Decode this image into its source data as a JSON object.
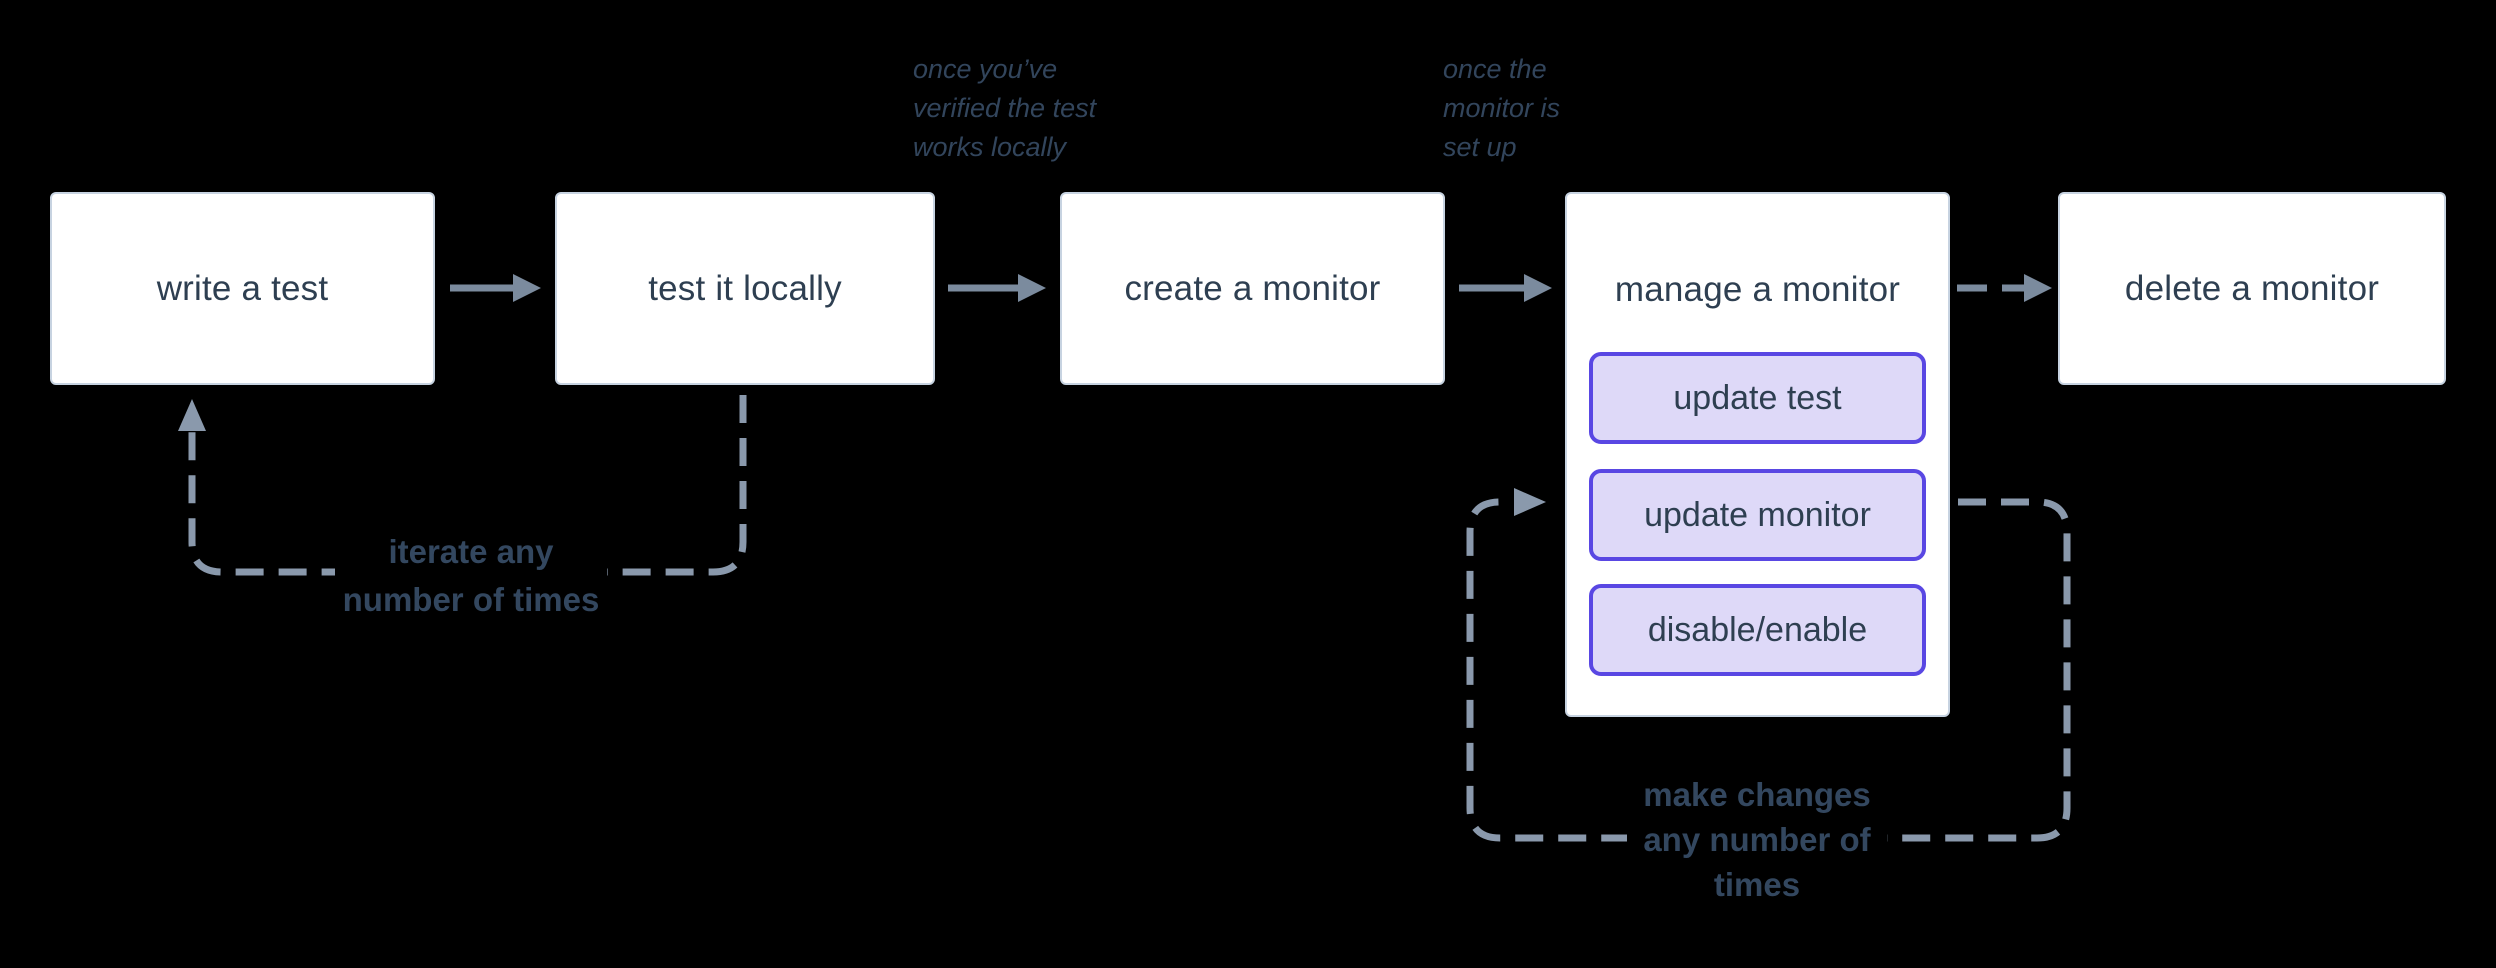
{
  "diagram": {
    "title": "monitoring workflow diagram",
    "background": "#000000"
  },
  "colors": {
    "box_fill": "#ffffff",
    "box_border": "#c7d3e1",
    "box_text": "#2e3f51",
    "sub_button_fill": "#ded9f8",
    "sub_button_border": "#5947e3",
    "solid_connector": "#7b8b9e",
    "dashed_connector": "#8a99ac",
    "annotation_text": "#32455c",
    "loop_label_text": "#33475f"
  },
  "boxes": [
    {
      "id": "write-test",
      "label": "write a test"
    },
    {
      "id": "test-locally",
      "label": "test it locally"
    },
    {
      "id": "create-monitor",
      "label": "create a monitor"
    },
    {
      "id": "manage-monitor",
      "label": "manage a monitor"
    },
    {
      "id": "delete-monitor",
      "label": "delete a monitor"
    }
  ],
  "manage_buttons": [
    {
      "label": "update test"
    },
    {
      "label": "update monitor"
    },
    {
      "label": "disable/enable"
    }
  ],
  "annotations": [
    {
      "lines": [
        "once you’ve",
        "verified the test",
        "works locally"
      ]
    },
    {
      "lines": [
        "once the",
        "monitor is",
        "set up"
      ]
    }
  ],
  "loop_labels": [
    {
      "lines": [
        "iterate any",
        "number of times"
      ]
    },
    {
      "lines": [
        "make changes",
        "any number of",
        "times"
      ]
    }
  ]
}
